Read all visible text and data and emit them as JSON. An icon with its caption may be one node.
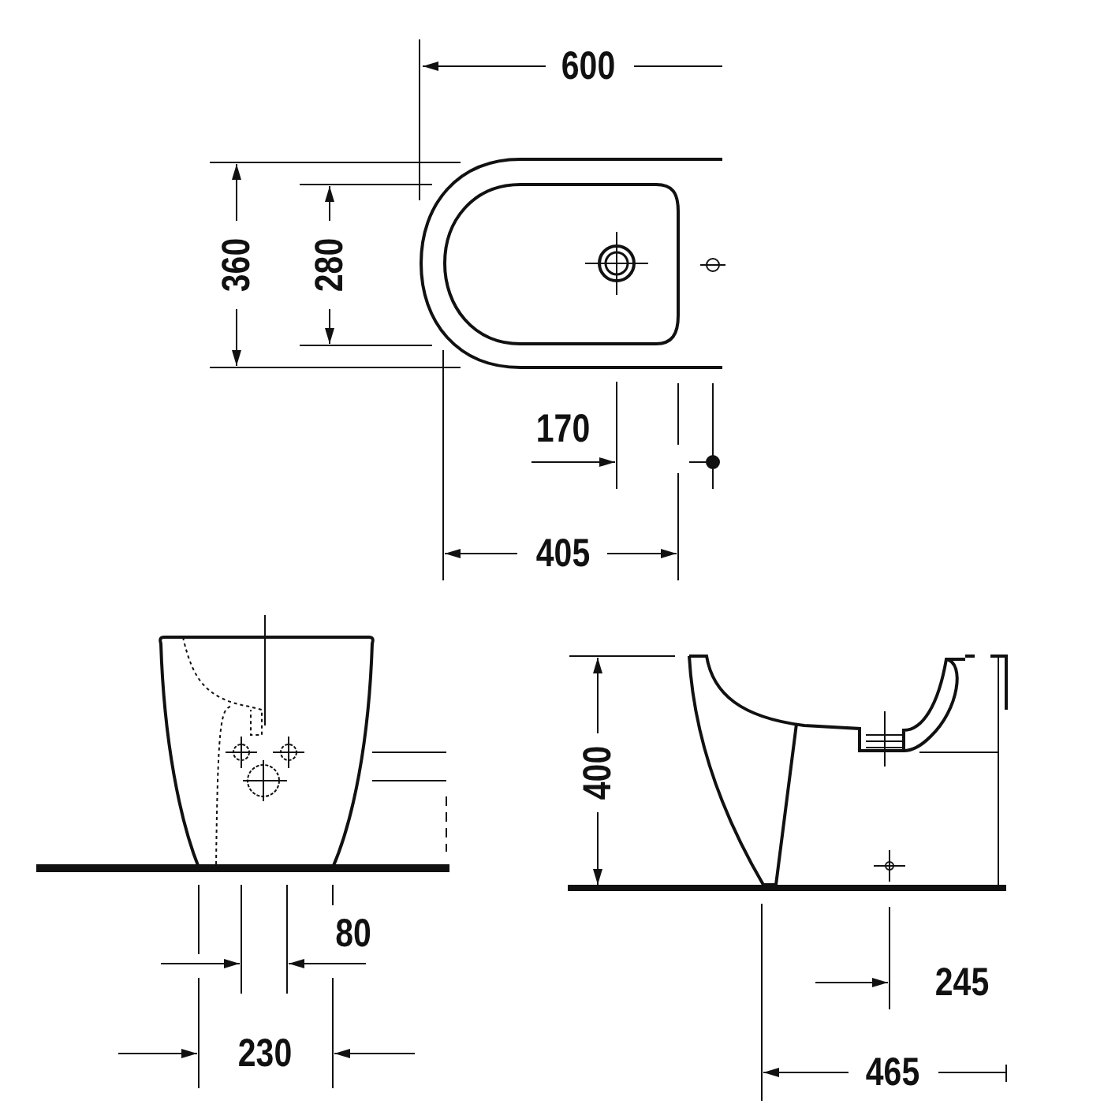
{
  "diagram": {
    "labels": [
      "600",
      "360",
      "280",
      "170",
      "405",
      "80",
      "230",
      "400",
      "245",
      "465"
    ]
  }
}
